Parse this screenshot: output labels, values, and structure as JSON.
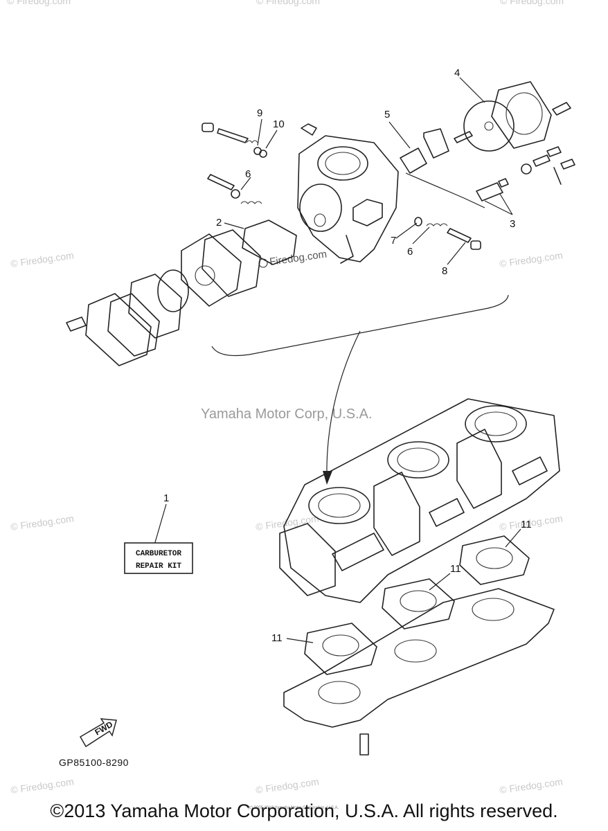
{
  "watermark": {
    "site": "© Firedog.com",
    "inline": "Firedog.com",
    "center": "Yamaha Motor Corp, U.S.A."
  },
  "callouts": {
    "c1": "1",
    "c2": "2",
    "c3": "3",
    "c4": "4",
    "c5": "5",
    "c6a": "6",
    "c6b": "6",
    "c7": "7",
    "c8": "8",
    "c9": "9",
    "c10": "10",
    "c11a": "11",
    "c11b": "11",
    "c11c": "11"
  },
  "repair_kit": {
    "line1": "CARBURETOR",
    "line2": "REPAIR KIT"
  },
  "fwd_label": "FWD",
  "part_number": "GP85100-8290",
  "small_copyright": "(c) 2005 2013 Yamaha Motor Corporation, U.S.A.",
  "copyright": "©2013 Yamaha Motor Corporation, U.S.A. All rights reserved."
}
